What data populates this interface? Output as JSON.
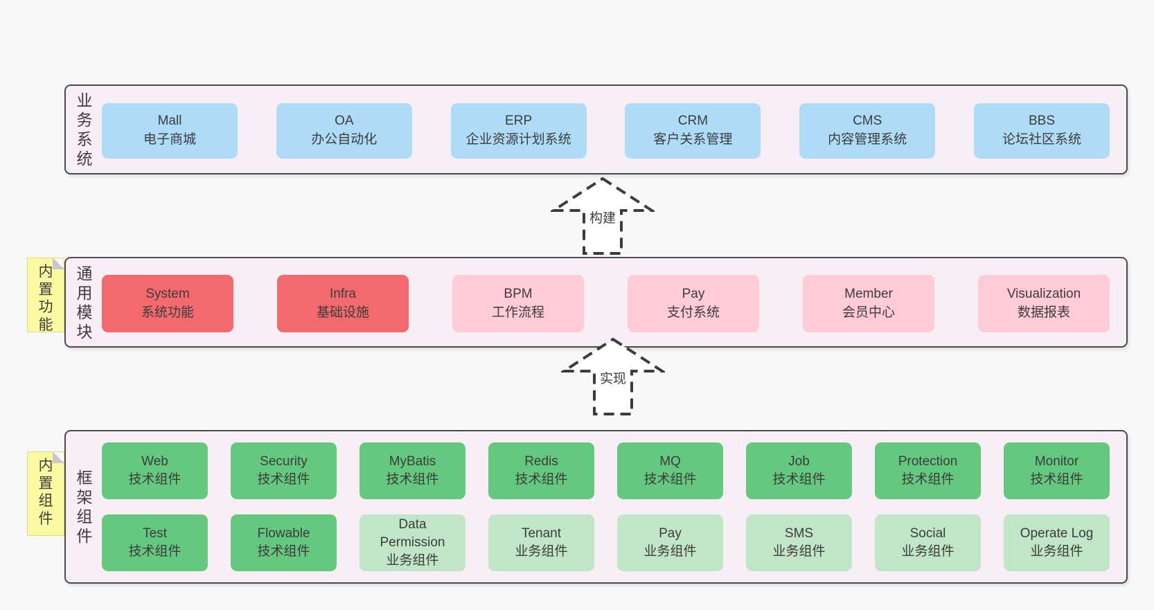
{
  "colors": {
    "background": "#f8f8f8",
    "panel_fill": "#f8eef6",
    "panel_border": "#4a4a4a",
    "blue_box": "#aedcf7",
    "red_box": "#f36a6e",
    "pink_box": "#ffcbd4",
    "green_dark_box": "#64c87e",
    "green_light_box": "#c1e5c7",
    "note_yellow": "#fbf9a1",
    "text": "#3c3c3c"
  },
  "business": {
    "label": "业务系统",
    "boxes": [
      {
        "name": "Mall",
        "desc": "电子商城",
        "variant": "blue"
      },
      {
        "name": "OA",
        "desc": "办公自动化",
        "variant": "blue"
      },
      {
        "name": "ERP",
        "desc": "企业资源计划系统",
        "variant": "blue"
      },
      {
        "name": "CRM",
        "desc": "客户关系管理",
        "variant": "blue"
      },
      {
        "name": "CMS",
        "desc": "内容管理系统",
        "variant": "blue"
      },
      {
        "name": "BBS",
        "desc": "论坛社区系统",
        "variant": "blue"
      }
    ]
  },
  "arrow_build": {
    "label": "构建"
  },
  "modules": {
    "note": "内置功能",
    "label": "通用模块",
    "boxes": [
      {
        "name": "System",
        "desc": "系统功能",
        "variant": "red"
      },
      {
        "name": "Infra",
        "desc": "基础设施",
        "variant": "red"
      },
      {
        "name": "BPM",
        "desc": "工作流程",
        "variant": "pink"
      },
      {
        "name": "Pay",
        "desc": "支付系统",
        "variant": "pink"
      },
      {
        "name": "Member",
        "desc": "会员中心",
        "variant": "pink"
      },
      {
        "name": "Visualization",
        "desc": "数据报表",
        "variant": "pink"
      }
    ]
  },
  "arrow_implement": {
    "label": "实现"
  },
  "components": {
    "note": "内置组件",
    "label": "框架组件",
    "row1": [
      {
        "name": "Web",
        "desc": "技术组件",
        "variant": "green-dark"
      },
      {
        "name": "Security",
        "desc": "技术组件",
        "variant": "green-dark"
      },
      {
        "name": "MyBatis",
        "desc": "技术组件",
        "variant": "green-dark"
      },
      {
        "name": "Redis",
        "desc": "技术组件",
        "variant": "green-dark"
      },
      {
        "name": "MQ",
        "desc": "技术组件",
        "variant": "green-dark"
      },
      {
        "name": "Job",
        "desc": "技术组件",
        "variant": "green-dark"
      },
      {
        "name": "Protection",
        "desc": "技术组件",
        "variant": "green-dark"
      },
      {
        "name": "Monitor",
        "desc": "技术组件",
        "variant": "green-dark"
      }
    ],
    "row2": [
      {
        "name": "Test",
        "desc": "技术组件",
        "variant": "green-dark"
      },
      {
        "name": "Flowable",
        "desc": "技术组件",
        "variant": "green-dark"
      },
      {
        "name": "Data Permission",
        "desc": "业务组件",
        "variant": "green-light"
      },
      {
        "name": "Tenant",
        "desc": "业务组件",
        "variant": "green-light"
      },
      {
        "name": "Pay",
        "desc": "业务组件",
        "variant": "green-light"
      },
      {
        "name": "SMS",
        "desc": "业务组件",
        "variant": "green-light"
      },
      {
        "name": "Social",
        "desc": "业务组件",
        "variant": "green-light"
      },
      {
        "name": "Operate Log",
        "desc": "业务组件",
        "variant": "green-light"
      }
    ]
  }
}
